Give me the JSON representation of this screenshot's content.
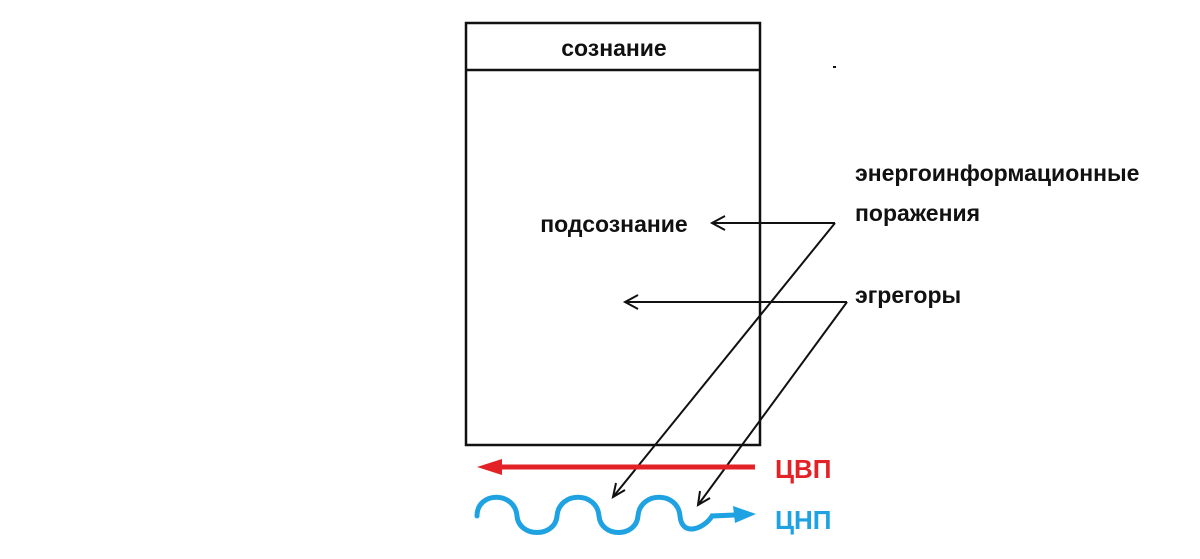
{
  "diagram": {
    "box_header": "сознание",
    "box_body": "подсознание",
    "labels": {
      "energy_line1": "энергоинформационные",
      "energy_line2": "поражения",
      "egregors": "эгрегоры",
      "cvp": "ЦВП",
      "cnp": "ЦНП"
    },
    "colors": {
      "ink": "#111111",
      "cvp": "#e32227",
      "cnp": "#1fa2e2"
    }
  }
}
